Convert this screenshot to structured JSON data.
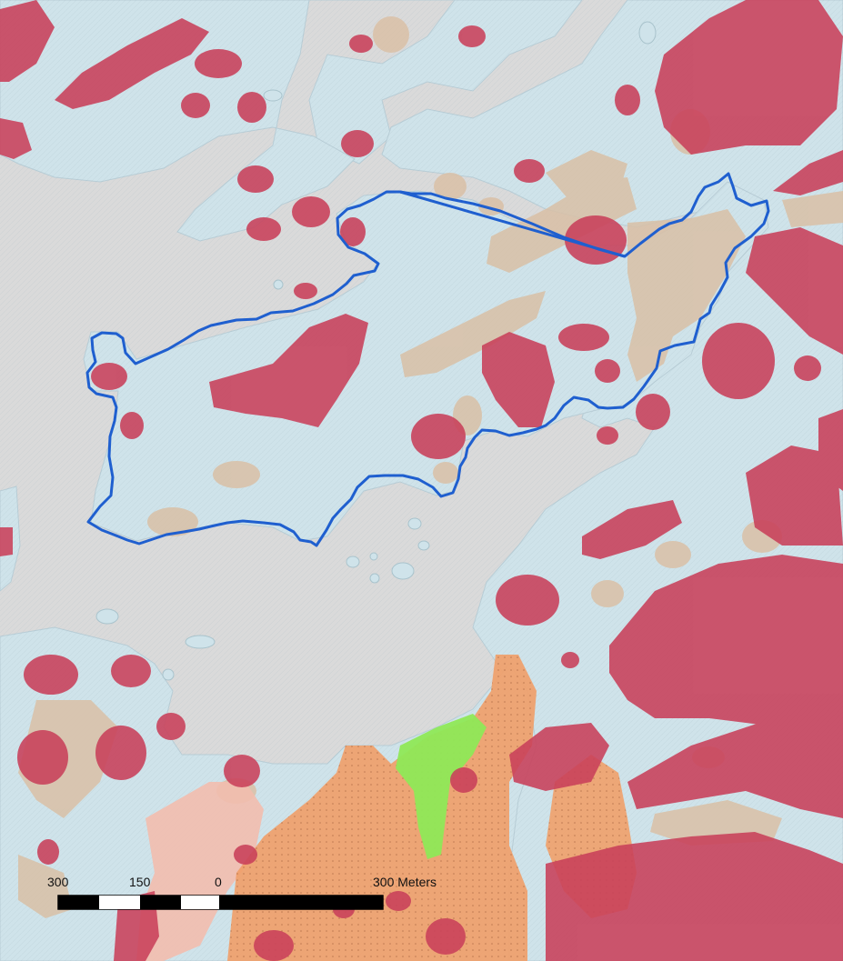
{
  "scale_bar": {
    "labels": [
      "300",
      "150",
      "0",
      "300 Meters"
    ],
    "units": "Meters"
  },
  "colors": {
    "water": "#dadada",
    "land_hillshade": "#cfe3ea",
    "class_red": "#c9405a",
    "class_tan": "#d9c0a6",
    "class_orange": "#f0a06a",
    "class_pink": "#f2bcae",
    "class_green": "#8fe857",
    "boundary": "#1f5fcf"
  }
}
